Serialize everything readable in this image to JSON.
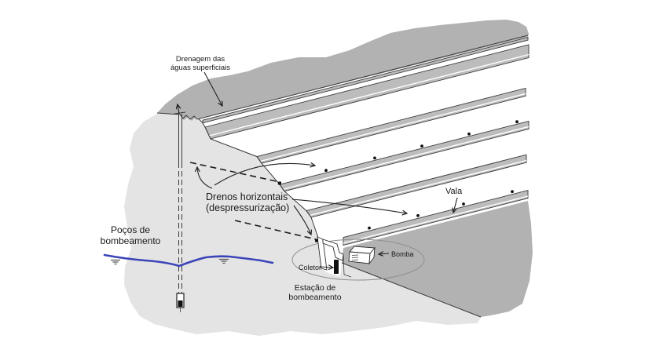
{
  "figure": {
    "description": "Slope depressurization and drainage scheme diagram (open-pit benches)",
    "labels": {
      "surface_drainage": {
        "line1": "Drenagem das",
        "line2": "águas superficiais"
      },
      "horizontal_drains": {
        "line1": "Drenos horizontais",
        "line2": "(despressurização)"
      },
      "pumping_wells": {
        "line1": "Poços de",
        "line2": "bombeamento"
      },
      "ditch": "Vala",
      "pump": "Bomba",
      "collector": "Coletor",
      "pumping_station": {
        "line1": "Estação de",
        "line2": "bombeamento"
      }
    }
  },
  "colors": {
    "surface": "#b2b2b2",
    "section": "#e4e4e4",
    "floor": "#b2b2b2",
    "strip": "#bcbcbc",
    "outline": "#3a3a3a",
    "water": "#3b45b8",
    "ellipse": "#909090",
    "text": "#1a1a1a"
  }
}
